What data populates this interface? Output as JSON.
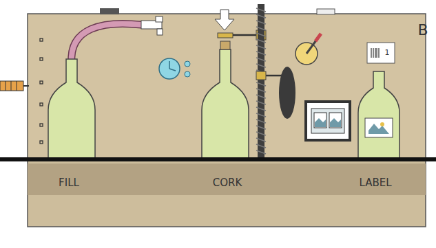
{
  "diagram": {
    "labels": [
      "B",
      "1",
      "FILL",
      "CORK",
      "LABEL"
    ]
  }
}
